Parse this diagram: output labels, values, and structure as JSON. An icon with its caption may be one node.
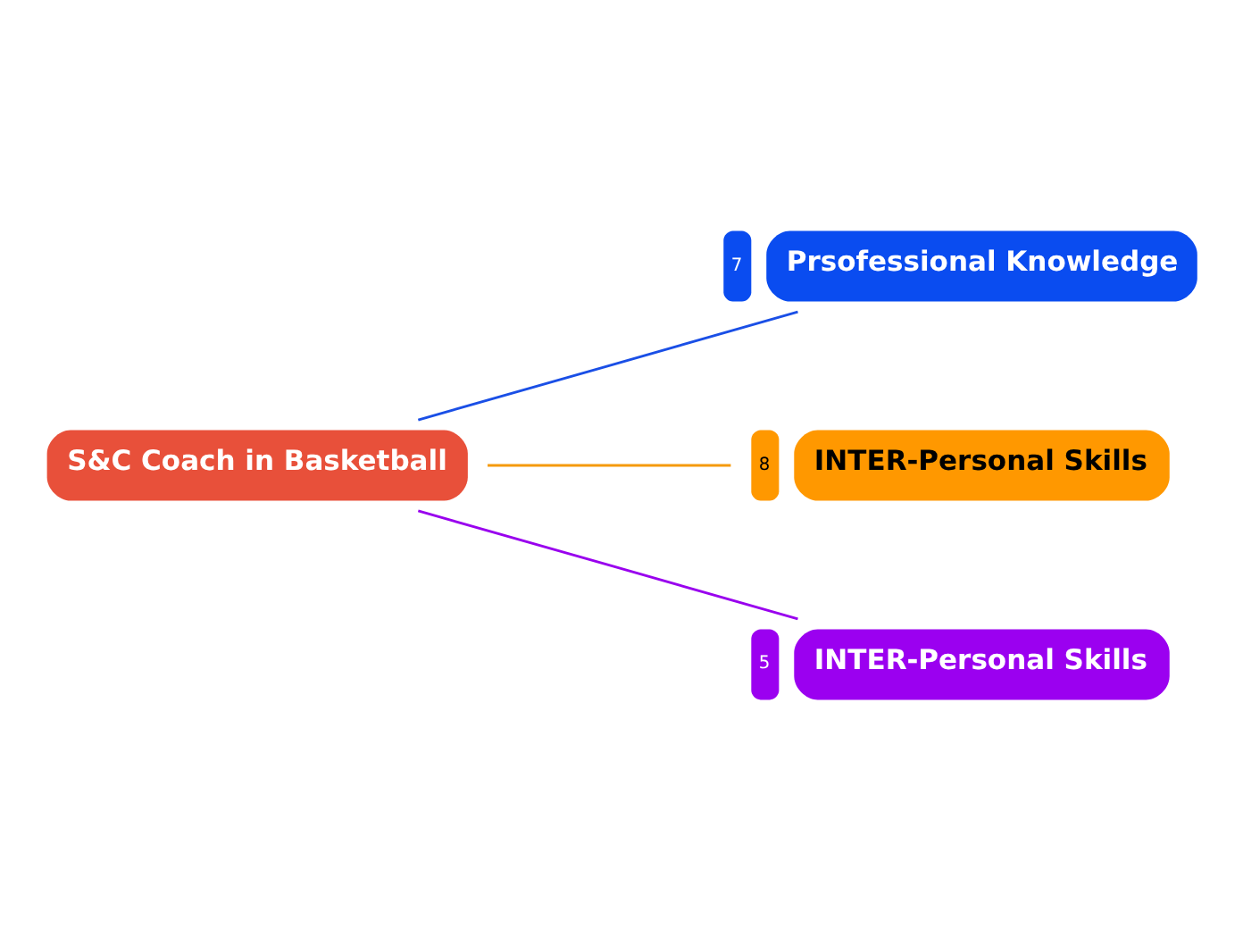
{
  "diagram": {
    "nodes": [
      {
        "text": [
          "S&C Coach in Basketball"
        ]
      },
      {
        "text": [
          "Prsofessional Knowledge"
        ],
        "beside": [
          "7"
        ]
      },
      {
        "text": [
          "INTER-Personal Skills"
        ],
        "beside": [
          "8"
        ]
      },
      {
        "text": [
          "INTER-Personal Skills"
        ],
        "beside": [
          "5"
        ]
      }
    ],
    "edges": [
      {
        "from": 0,
        "to": 1,
        "arrow": "none",
        "color": "#1a4fe6"
      },
      {
        "from": 0,
        "to": 2,
        "arrow": "none",
        "color": "#f59a0c"
      },
      {
        "from": 0,
        "to": 3,
        "arrow": "none",
        "color": "#9900ee"
      }
    ]
  }
}
